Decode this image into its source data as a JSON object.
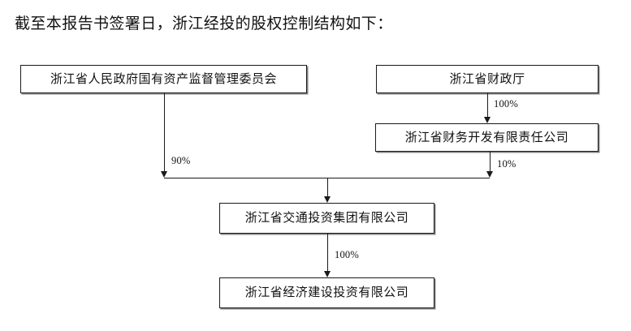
{
  "document": {
    "heading": "截至本报告书签署日，浙江经投的股权控制结构如下："
  },
  "chart_data": {
    "type": "diagram",
    "subtype": "equity-control-structure-org-chart",
    "title": "截至本报告书签署日，浙江经投的股权控制结构如下：",
    "orientation": "top-down",
    "nodes": [
      {
        "id": "sasac",
        "label": "浙江省人民政府国有资产监督管理委员会",
        "level": 1,
        "shape": "rectangle"
      },
      {
        "id": "finance_dept",
        "label": "浙江省财政厅",
        "level": 1,
        "shape": "rectangle"
      },
      {
        "id": "caiwu_kaifa",
        "label": "浙江省财务开发有限责任公司",
        "level": 2,
        "shape": "rectangle"
      },
      {
        "id": "jiaotou",
        "label": "浙江省交通投资集团有限公司",
        "level": 3,
        "shape": "rectangle"
      },
      {
        "id": "jingjiantou",
        "label": "浙江省经济建设投资有限公司",
        "level": 4,
        "shape": "rectangle"
      }
    ],
    "edges": [
      {
        "from": "finance_dept",
        "to": "caiwu_kaifa",
        "label": "100%",
        "value": 100,
        "arrow": "down"
      },
      {
        "from": "sasac",
        "to": "jiaotou",
        "label": "90%",
        "value": 90,
        "arrow": "down"
      },
      {
        "from": "caiwu_kaifa",
        "to": "jiaotou",
        "label": "10%",
        "value": 10,
        "arrow": "down"
      },
      {
        "from": "jiaotou",
        "to": "jingjiantou",
        "label": "100%",
        "value": 100,
        "arrow": "down"
      }
    ],
    "colors": {
      "background": "#ffffff",
      "node_border": "#1a1a1a",
      "node_fill": "#ffffff",
      "connector": "#1a1a1a",
      "text": "#111111"
    }
  }
}
